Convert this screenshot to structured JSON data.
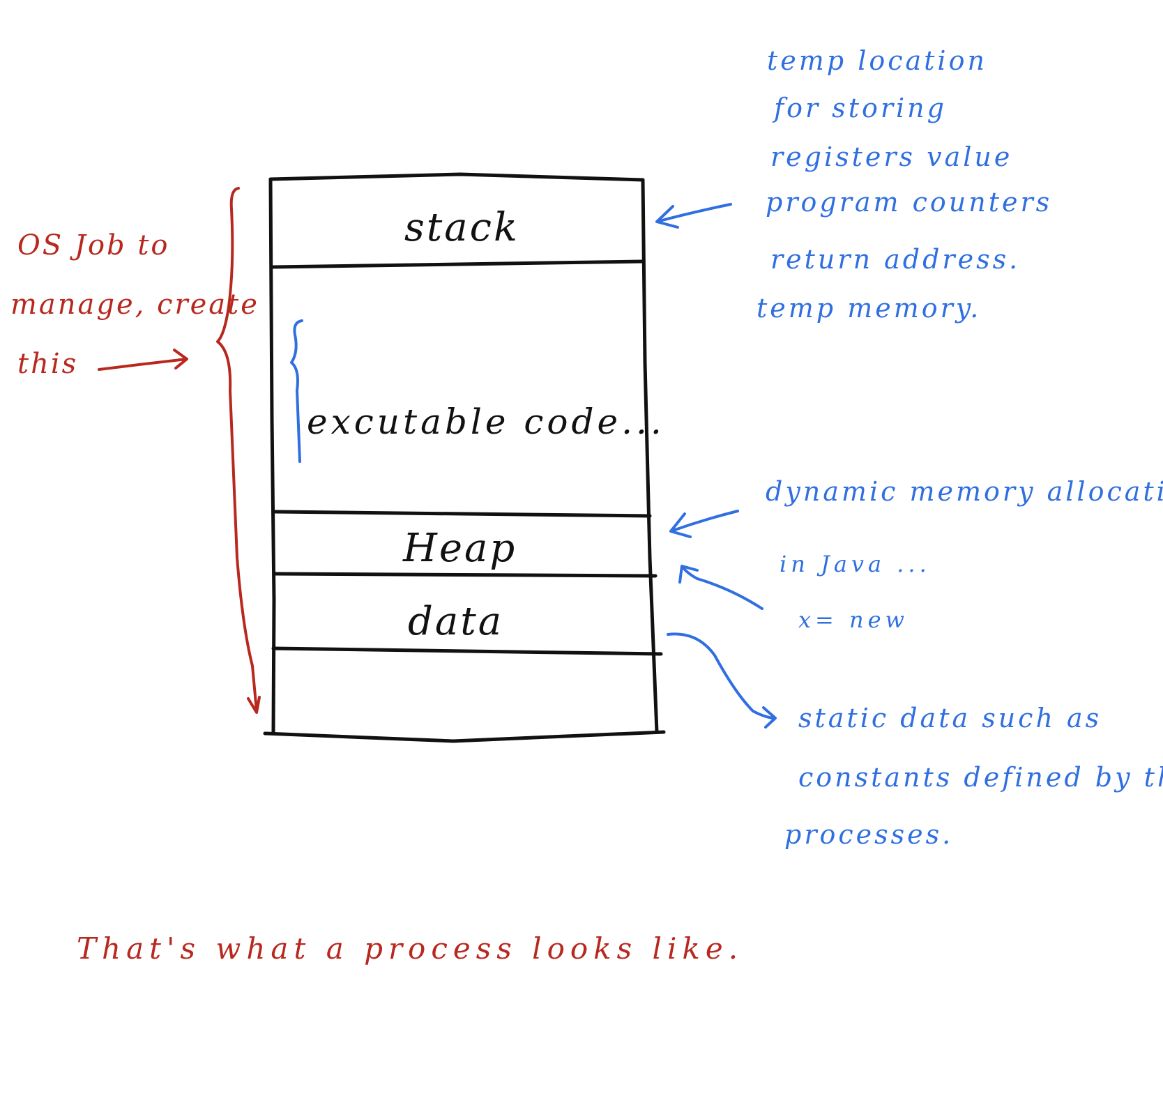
{
  "diagram": {
    "segments": [
      {
        "id": "stack",
        "label": "stack"
      },
      {
        "id": "code",
        "label": "excutable code..."
      },
      {
        "id": "heap",
        "label": "Heap"
      },
      {
        "id": "data",
        "label": "data"
      },
      {
        "id": "bottom",
        "label": ""
      }
    ]
  },
  "annotations": {
    "stack_note": [
      "temp location",
      "for storing",
      "registers value",
      "program counters",
      "return address.",
      "temp memory."
    ],
    "heap_note": {
      "line1": "dynamic memory allocation",
      "line2": "in Java ...",
      "line3": "x= new"
    },
    "data_note": [
      "static data such as",
      "constants defined by the",
      "processes."
    ],
    "os_note": [
      "OS Job to",
      "manage, create",
      "this"
    ],
    "caption": "That's what a process looks like."
  },
  "colors": {
    "black_ink": "#111111",
    "blue_ink": "#2f6fe0",
    "red_ink": "#b8281f"
  }
}
